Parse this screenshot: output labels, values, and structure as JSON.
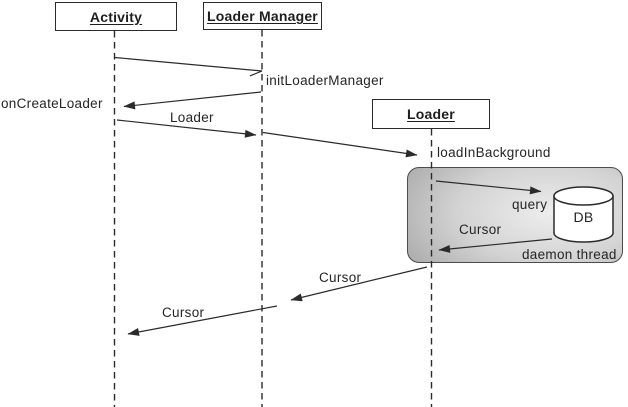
{
  "diagram": {
    "actors": [
      {
        "label": "Activity"
      },
      {
        "label": "Loader Manager"
      },
      {
        "label": "Loader"
      }
    ],
    "messages": [
      {
        "label": "initLoaderManager"
      },
      {
        "label": "onCreateLoader"
      },
      {
        "label": "Loader"
      },
      {
        "label": "loadInBackground"
      },
      {
        "label": "query"
      },
      {
        "label": "Cursor"
      },
      {
        "label": "Cursor"
      },
      {
        "label": "Cursor"
      }
    ],
    "database": {
      "label": "DB"
    },
    "panel": {
      "label": "daemon thread"
    },
    "colors": {
      "line": "#2b2b2b",
      "panel_border": "#4c4c4c",
      "panel_fill_light": "#ededed",
      "panel_fill_dark": "#989898",
      "background": "#ffffff"
    }
  }
}
